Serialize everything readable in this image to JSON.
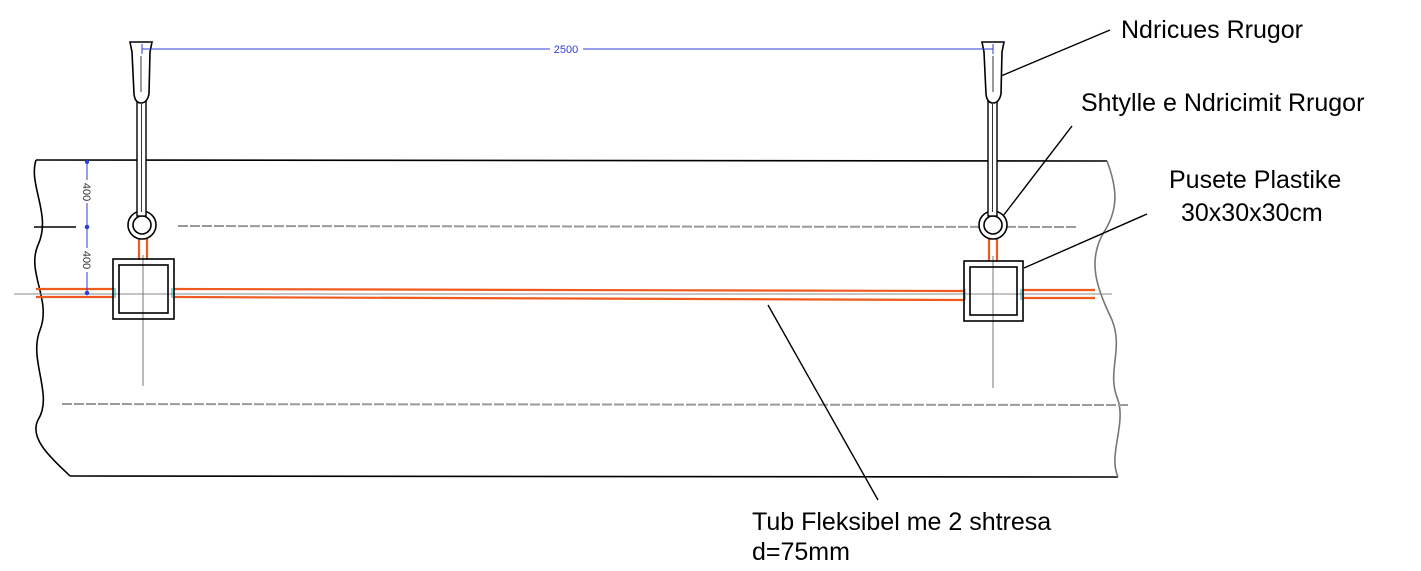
{
  "labels": {
    "street_light": "Ndricues Rrugor",
    "light_pole": "Shtylle e Ndricimit Rrugor",
    "plastic_well_line1": "Pusete Plastike",
    "plastic_well_line2": "30x30x30cm",
    "flex_pipe_line1": "Tub Fleksibel me 2 shtresa",
    "flex_pipe_line2": "d=75mm"
  },
  "dimensions": {
    "pole_spacing": "2500",
    "offset_upper": "400",
    "offset_lower": "400"
  },
  "colors": {
    "dimension": "#2f3fd8",
    "cable": "#ef5a1e",
    "outline": "#000000",
    "road_edge": "#666666",
    "centerline": "#9a9a9a"
  }
}
